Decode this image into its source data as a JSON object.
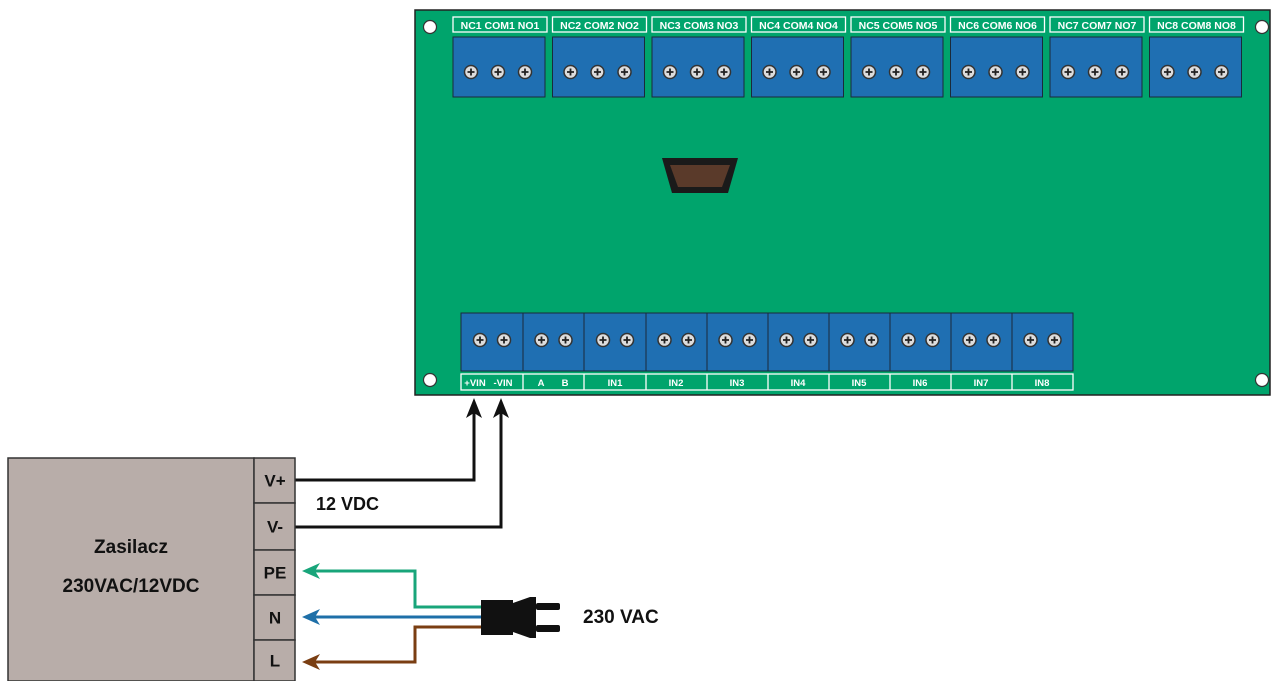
{
  "board": {
    "relay_groups": [
      {
        "label": "NC1 COM1 NO1"
      },
      {
        "label": "NC2 COM2 NO2"
      },
      {
        "label": "NC3 COM3 NO3"
      },
      {
        "label": "NC4 COM4 NO4"
      },
      {
        "label": "NC5 COM5 NO5"
      },
      {
        "label": "NC6 COM6 NO6"
      },
      {
        "label": "NC7 COM7 NO7"
      },
      {
        "label": "NC8 COM8 NO8"
      }
    ],
    "input_labels": [
      "+VIN",
      "-VIN",
      "A",
      "B",
      "IN1",
      "IN2",
      "IN3",
      "IN4",
      "IN5",
      "IN6",
      "IN7",
      "IN8"
    ]
  },
  "psu": {
    "title_line1": "Zasilacz",
    "title_line2": "230VAC/12VDC",
    "terminals": [
      "V+",
      "V-",
      "PE",
      "N",
      "L"
    ]
  },
  "dc_label": "12 VDC",
  "ac_label": "230 VAC",
  "colors": {
    "board": "#00A46C",
    "terminal_block": "#1F6FB2",
    "psu_body": "#B8ADA9",
    "wire_dc": "#111111",
    "wire_pe": "#18A57A",
    "wire_n": "#1E6FA8",
    "wire_l": "#7A3E12"
  }
}
